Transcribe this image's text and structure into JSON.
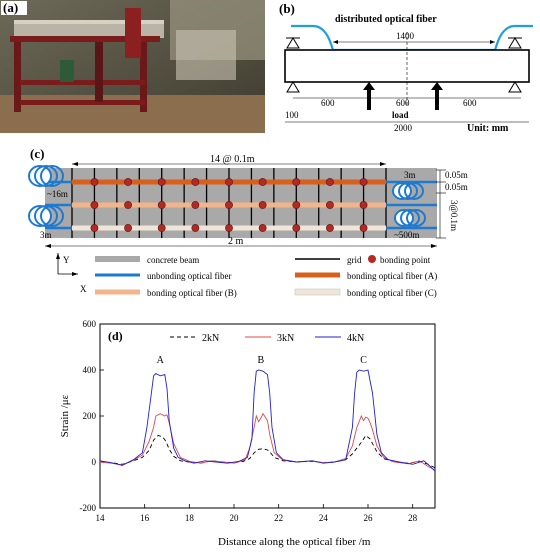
{
  "figure": {
    "panel_a": {
      "label": "(a)",
      "photo": "photograph of concrete beam specimen on red steel loading frame"
    },
    "panel_b": {
      "label": "(b)",
      "fiber_label": "distributed optical fiber",
      "dims": {
        "top_span": "1400",
        "left": "600",
        "mid": "600",
        "right": "600",
        "overhang": "100",
        "total": "2000"
      },
      "load_label": "load",
      "unit_label": "Unit: mm"
    },
    "panel_c": {
      "label": "(c)",
      "spacing_label": "14 @ 0.1m",
      "total_label": "2 m",
      "coil_labels": {
        "left_top": "~16m",
        "left_bottom": "3m",
        "right_top": "3m",
        "right_bottom": "~500m"
      },
      "vertical_dims": [
        "0.05m",
        "0.05m",
        "3@0.1m"
      ],
      "axis_y": "Y",
      "axis_x": "X",
      "legend": [
        {
          "label": "concrete beam",
          "color": "#a9a9a9"
        },
        {
          "label": "grid",
          "color": "#000000"
        },
        {
          "label": "bonding point",
          "color": "#b22a22"
        },
        {
          "label": "unbonding optical fiber",
          "color": "#1e7ad1"
        },
        {
          "label": "bonding optical fiber (A)",
          "color": "#d9601c"
        },
        {
          "label": "bonding optical fiber (B)",
          "color": "#f2b48a"
        },
        {
          "label": "bonding optical fiber (C)",
          "color": "#f0e6d8"
        }
      ]
    },
    "panel_d": {
      "label": "(d)",
      "peak_labels": [
        "A",
        "B",
        "C"
      ]
    }
  },
  "chart_data": {
    "type": "line",
    "xlabel": "Distance along the optical fiber /m",
    "ylabel": "Strain /με",
    "xlim": [
      14,
      29
    ],
    "ylim": [
      -200,
      600
    ],
    "xticks": [
      14,
      16,
      18,
      20,
      22,
      24,
      26,
      28
    ],
    "yticks": [
      -200,
      0,
      200,
      400,
      600
    ],
    "legend_position": "top",
    "series": [
      {
        "name": "2kN",
        "color": "#000000",
        "dash": "4,3",
        "x": [
          14.0,
          14.5,
          15.0,
          15.5,
          15.9,
          16.2,
          16.4,
          16.6,
          16.8,
          16.95,
          17.1,
          17.3,
          17.6,
          18.0,
          18.5,
          19.0,
          19.5,
          20.0,
          20.4,
          20.7,
          20.9,
          21.1,
          21.3,
          21.5,
          21.6,
          21.8,
          22.2,
          22.8,
          23.5,
          24.0,
          24.5,
          25.0,
          25.3,
          25.5,
          25.7,
          25.9,
          26.1,
          26.2,
          26.4,
          26.7,
          27.2,
          27.8,
          28.3,
          28.7,
          29.0
        ],
        "y": [
          0,
          -3,
          -10,
          5,
          20,
          50,
          95,
          115,
          110,
          90,
          55,
          25,
          5,
          0,
          -5,
          5,
          0,
          -3,
          2,
          15,
          40,
          55,
          58,
          52,
          45,
          20,
          5,
          0,
          3,
          -3,
          0,
          10,
          35,
          60,
          85,
          115,
          100,
          80,
          45,
          15,
          0,
          -5,
          2,
          -10,
          -25
        ]
      },
      {
        "name": "3kN",
        "color": "#e0484a",
        "dash": "",
        "x": [
          14.0,
          14.5,
          15.0,
          15.5,
          15.9,
          16.2,
          16.4,
          16.5,
          16.7,
          16.9,
          17.0,
          17.1,
          17.3,
          17.6,
          18.0,
          18.5,
          19.0,
          19.5,
          20.0,
          20.5,
          20.7,
          20.9,
          21.0,
          21.1,
          21.2,
          21.3,
          21.4,
          21.5,
          21.6,
          21.8,
          22.2,
          22.8,
          23.5,
          24.0,
          24.5,
          25.0,
          25.3,
          25.5,
          25.6,
          25.7,
          25.8,
          25.9,
          26.0,
          26.1,
          26.2,
          26.4,
          26.7,
          27.2,
          27.8,
          28.3,
          28.7,
          29.0
        ],
        "y": [
          0,
          -5,
          -12,
          8,
          30,
          90,
          150,
          200,
          210,
          200,
          205,
          170,
          80,
          20,
          3,
          -5,
          5,
          0,
          -5,
          10,
          60,
          150,
          200,
          175,
          190,
          210,
          195,
          180,
          120,
          40,
          8,
          0,
          5,
          -3,
          0,
          15,
          70,
          150,
          175,
          200,
          180,
          195,
          190,
          170,
          140,
          70,
          20,
          0,
          -8,
          5,
          -20,
          -35
        ]
      },
      {
        "name": "4kN",
        "color": "#2020d0",
        "dash": "",
        "x": [
          14.0,
          14.5,
          15.0,
          15.5,
          15.9,
          16.1,
          16.3,
          16.4,
          16.5,
          16.7,
          16.9,
          17.0,
          17.1,
          17.3,
          17.5,
          17.8,
          18.2,
          18.7,
          19.2,
          19.7,
          20.2,
          20.6,
          20.8,
          20.9,
          21.0,
          21.1,
          21.3,
          21.5,
          21.6,
          21.7,
          21.9,
          22.2,
          22.8,
          23.5,
          24.0,
          24.5,
          25.0,
          25.3,
          25.4,
          25.5,
          25.6,
          25.8,
          26.0,
          26.1,
          26.2,
          26.4,
          26.6,
          26.9,
          27.4,
          28.0,
          28.5,
          28.8,
          29.0
        ],
        "y": [
          5,
          -3,
          -15,
          10,
          40,
          150,
          300,
          375,
          385,
          375,
          380,
          320,
          180,
          60,
          20,
          5,
          -5,
          5,
          0,
          -5,
          2,
          20,
          100,
          300,
          395,
          400,
          395,
          380,
          300,
          150,
          40,
          10,
          0,
          5,
          -5,
          0,
          10,
          150,
          300,
          390,
          400,
          395,
          400,
          350,
          300,
          120,
          40,
          10,
          0,
          -10,
          5,
          -20,
          -40
        ]
      }
    ]
  }
}
